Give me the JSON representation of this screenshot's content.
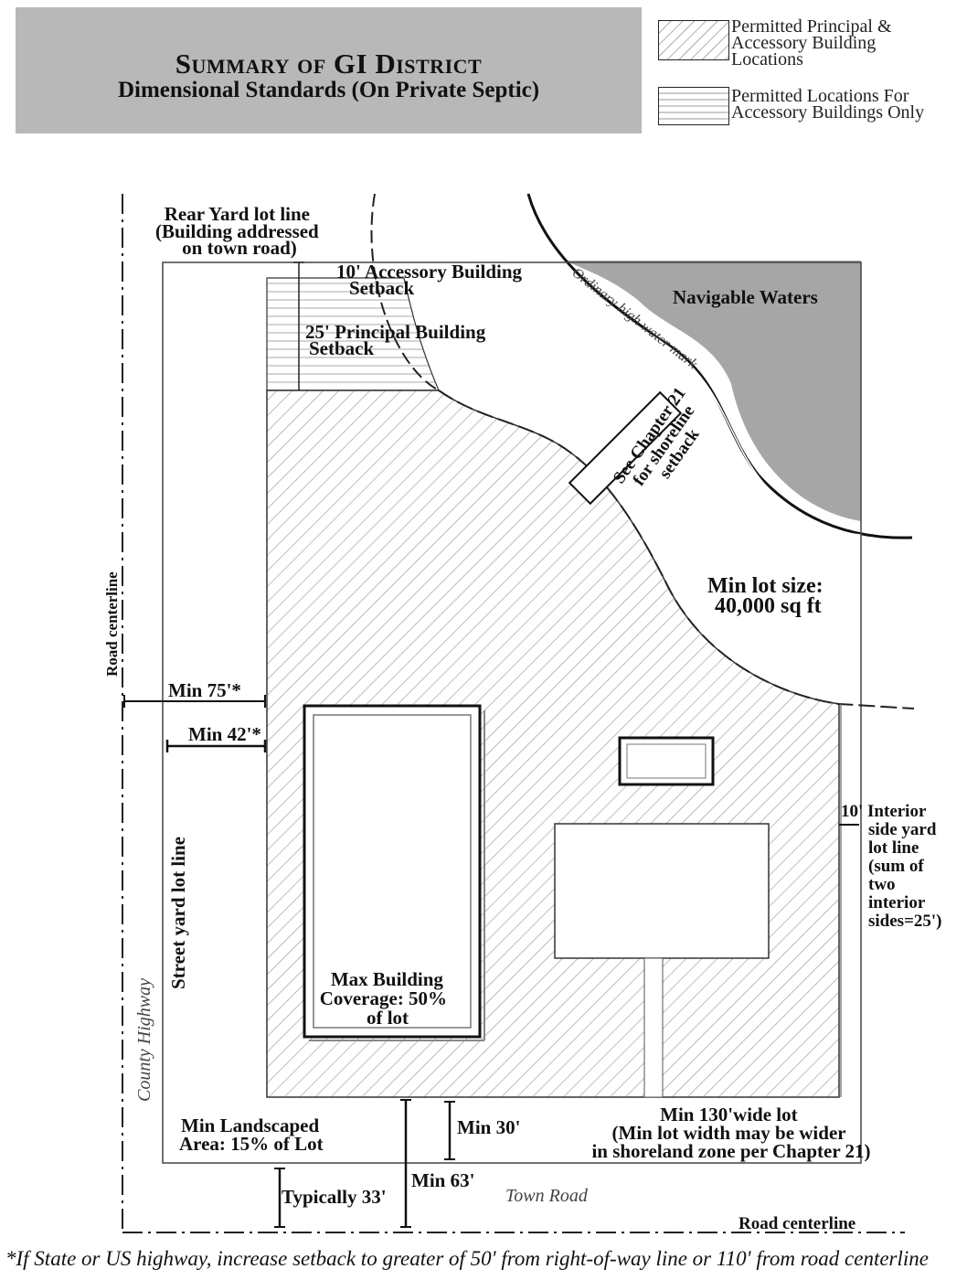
{
  "header": {
    "title": "Summary of GI District",
    "subtitle": "Dimensional Standards (On Private Septic)"
  },
  "legend": [
    {
      "pattern": "diagonal-hatch",
      "lines": [
        "Permitted Principal &",
        "Accessory Building",
        "Locations"
      ]
    },
    {
      "pattern": "horizontal-lines",
      "lines": [
        "Permitted Locations For",
        "Accessory Buildings Only"
      ]
    }
  ],
  "labels": {
    "rear_yard": [
      "Rear Yard lot line",
      "(Building addressed",
      "on town road)"
    ],
    "accessory_setback": [
      "10' Accessory Building",
      "Setback"
    ],
    "principal_setback": [
      "25' Principal Building",
      "Setback"
    ],
    "navigable_waters": "Navigable Waters",
    "high_water_mark": "Ordinary high water mark",
    "shoreline": [
      "See Chapter 21",
      "for shoreline",
      "setback"
    ],
    "min_lot_size": [
      "Min lot size:",
      "40,000 sq ft"
    ],
    "road_centerline_left": "Road centerline",
    "min_75": "Min 75'*",
    "min_42": "Min 42'*",
    "street_yard": "Street yard lot line",
    "county_highway": "County Highway",
    "interior_side": [
      "10' Interior",
      "side yard",
      "lot line",
      "(sum of",
      "two",
      "interior",
      "sides=25')"
    ],
    "max_coverage": [
      "Max Building",
      "Coverage: 50%",
      "of lot"
    ],
    "min_landscaped": [
      "Min Landscaped",
      "Area: 15% of Lot"
    ],
    "min_30": "Min 30'",
    "min_63": "Min 63'",
    "typically_33": "Typically 33'",
    "town_road": "Town Road",
    "min_width": [
      "Min 130'wide lot",
      "(Min lot width may be wider",
      "in shoreland zone per Chapter 21)"
    ],
    "road_centerline_bottom": "Road centerline"
  },
  "footnote": "*If State or US highway, increase setback to greater of 50' from right-of-way line or 110' from road centerline",
  "colors": {
    "water": "#a6a6a6",
    "header": "#b8b8b8",
    "ink": "#111111",
    "hatch": "#9a9a9a"
  }
}
